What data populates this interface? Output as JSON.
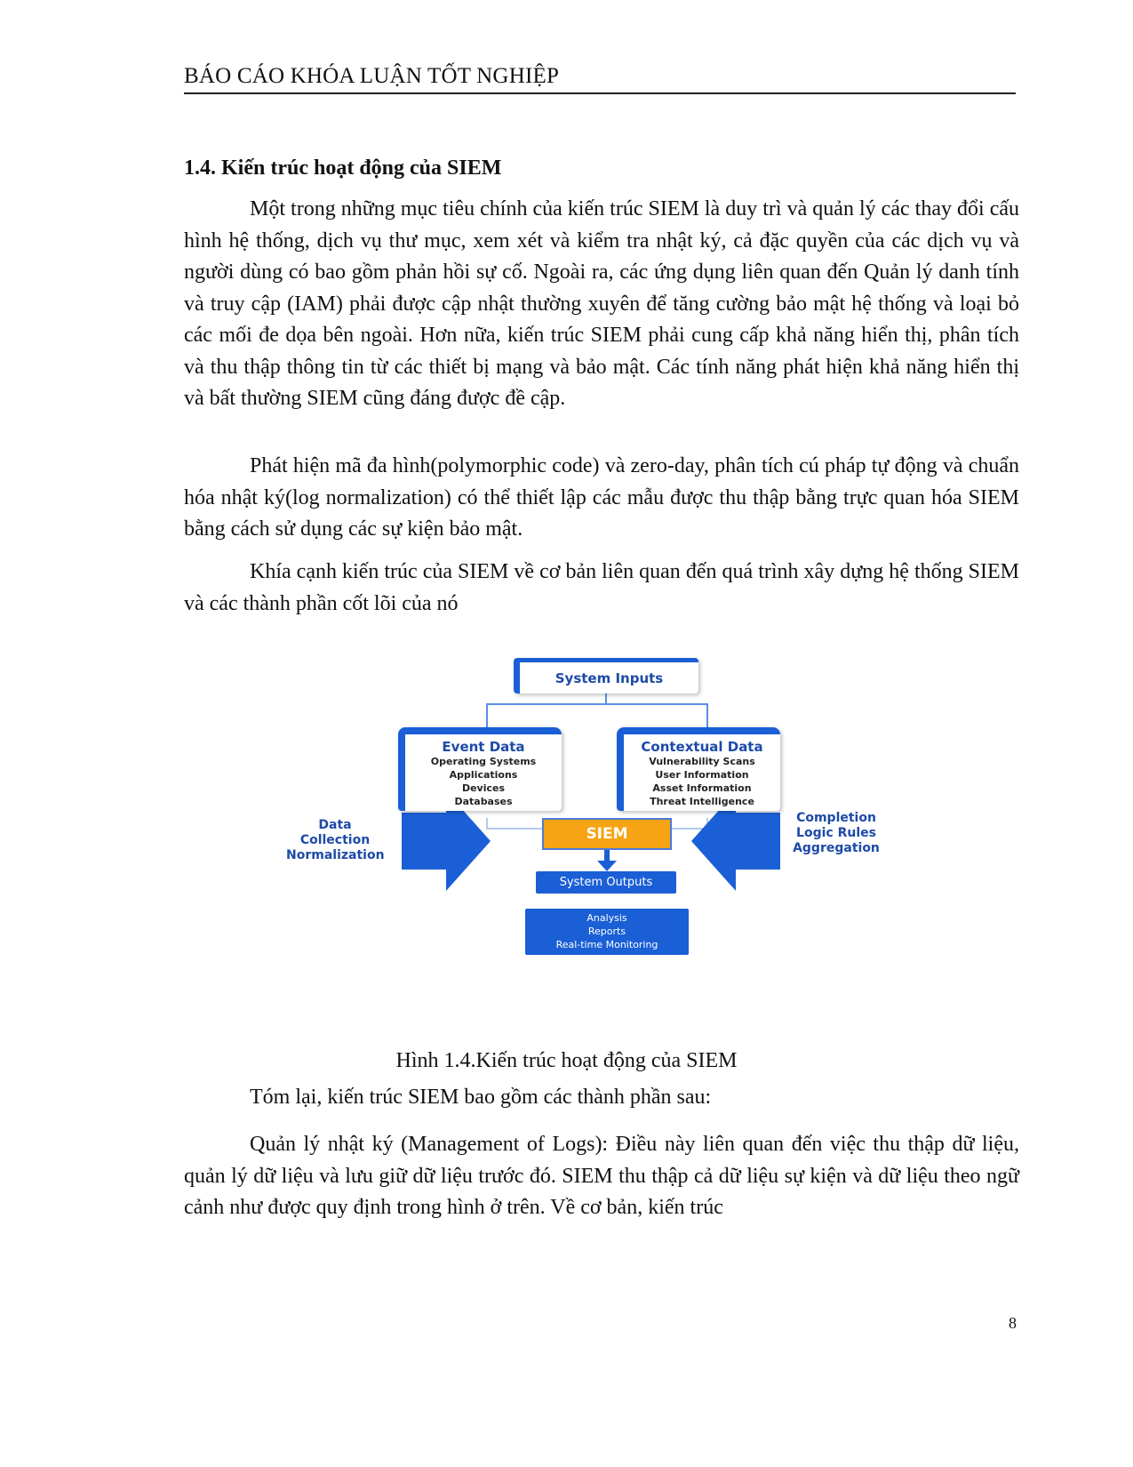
{
  "header": {
    "title": "BÁO CÁO KHÓA LUẬN TỐT NGHIỆP"
  },
  "section": {
    "heading": "1.4. Kiến trúc hoạt động của SIEM"
  },
  "paragraphs": [
    "Một trong những mục tiêu chính của kiến trúc SIEM là duy trì và quản lý các thay đổi cấu hình hệ thống, dịch vụ thư mục, xem xét và kiểm tra nhật ký, cả đặc quyền của các dịch vụ và người dùng có bao gồm phản hồi sự cố. Ngoài ra, các ứng dụng liên quan đến Quản lý danh tính và truy cập (IAM) phải được cập nhật thường xuyên để tăng cường bảo mật hệ thống và loại bỏ các mối đe dọa bên ngoài. Hơn nữa, kiến trúc SIEM phải cung cấp khả năng hiển thị, phân tích và thu thập thông tin từ các thiết bị mạng và bảo mật. Các tính năng phát hiện khả năng hiển thị và bất thường SIEM cũng đáng được đề cập.",
    "Phát hiện mã đa hình(polymorphic code) và zero-day, phân tích cú pháp tự động và chuẩn hóa nhật ký(log normalization) có thể thiết lập các mẫu được thu thập bằng trực quan hóa SIEM bằng cách sử dụng các sự kiện bảo mật.",
    "Khía cạnh kiến trúc của SIEM về cơ bản liên quan đến quá trình xây dựng hệ thống SIEM và các thành phần cốt lõi của nó",
    "Tóm lại, kiến trúc SIEM bao gồm các thành phần sau:",
    "Quản lý nhật ký (Management of Logs): Điều này liên quan đến việc thu thập dữ liệu, quản lý dữ liệu và lưu giữ dữ liệu trước đó. SIEM thu thập cả dữ liệu sự kiện và dữ liệu theo ngữ cảnh như được quy định trong hình ở trên. Về cơ bản, kiến trúc"
  ],
  "figure": {
    "system_inputs": "System Inputs",
    "event_data": {
      "title": "Event Data",
      "items": [
        "Operating Systems",
        "Applications",
        "Devices",
        "Databases"
      ]
    },
    "contextual_data": {
      "title": "Contextual Data",
      "items": [
        "Vulnerability Scans",
        "User Information",
        "Asset Information",
        "Threat Intelligence"
      ]
    },
    "left_arrow_label": [
      "Data",
      "Collection",
      "Normalization"
    ],
    "right_arrow_label": [
      "Completion",
      "Logic Rules",
      "Aggregation"
    ],
    "siem": "SIEM",
    "system_outputs": "System Outputs",
    "outputs": [
      "Analysis",
      "Reports",
      "Real-time Monitoring"
    ],
    "colors": {
      "blue": "#1a5fd6",
      "orange": "#f6a414",
      "text_blue": "#1d4aa8"
    }
  },
  "caption": "Hình 1.4.Kiến trúc hoạt động của SIEM",
  "page_number": "8"
}
